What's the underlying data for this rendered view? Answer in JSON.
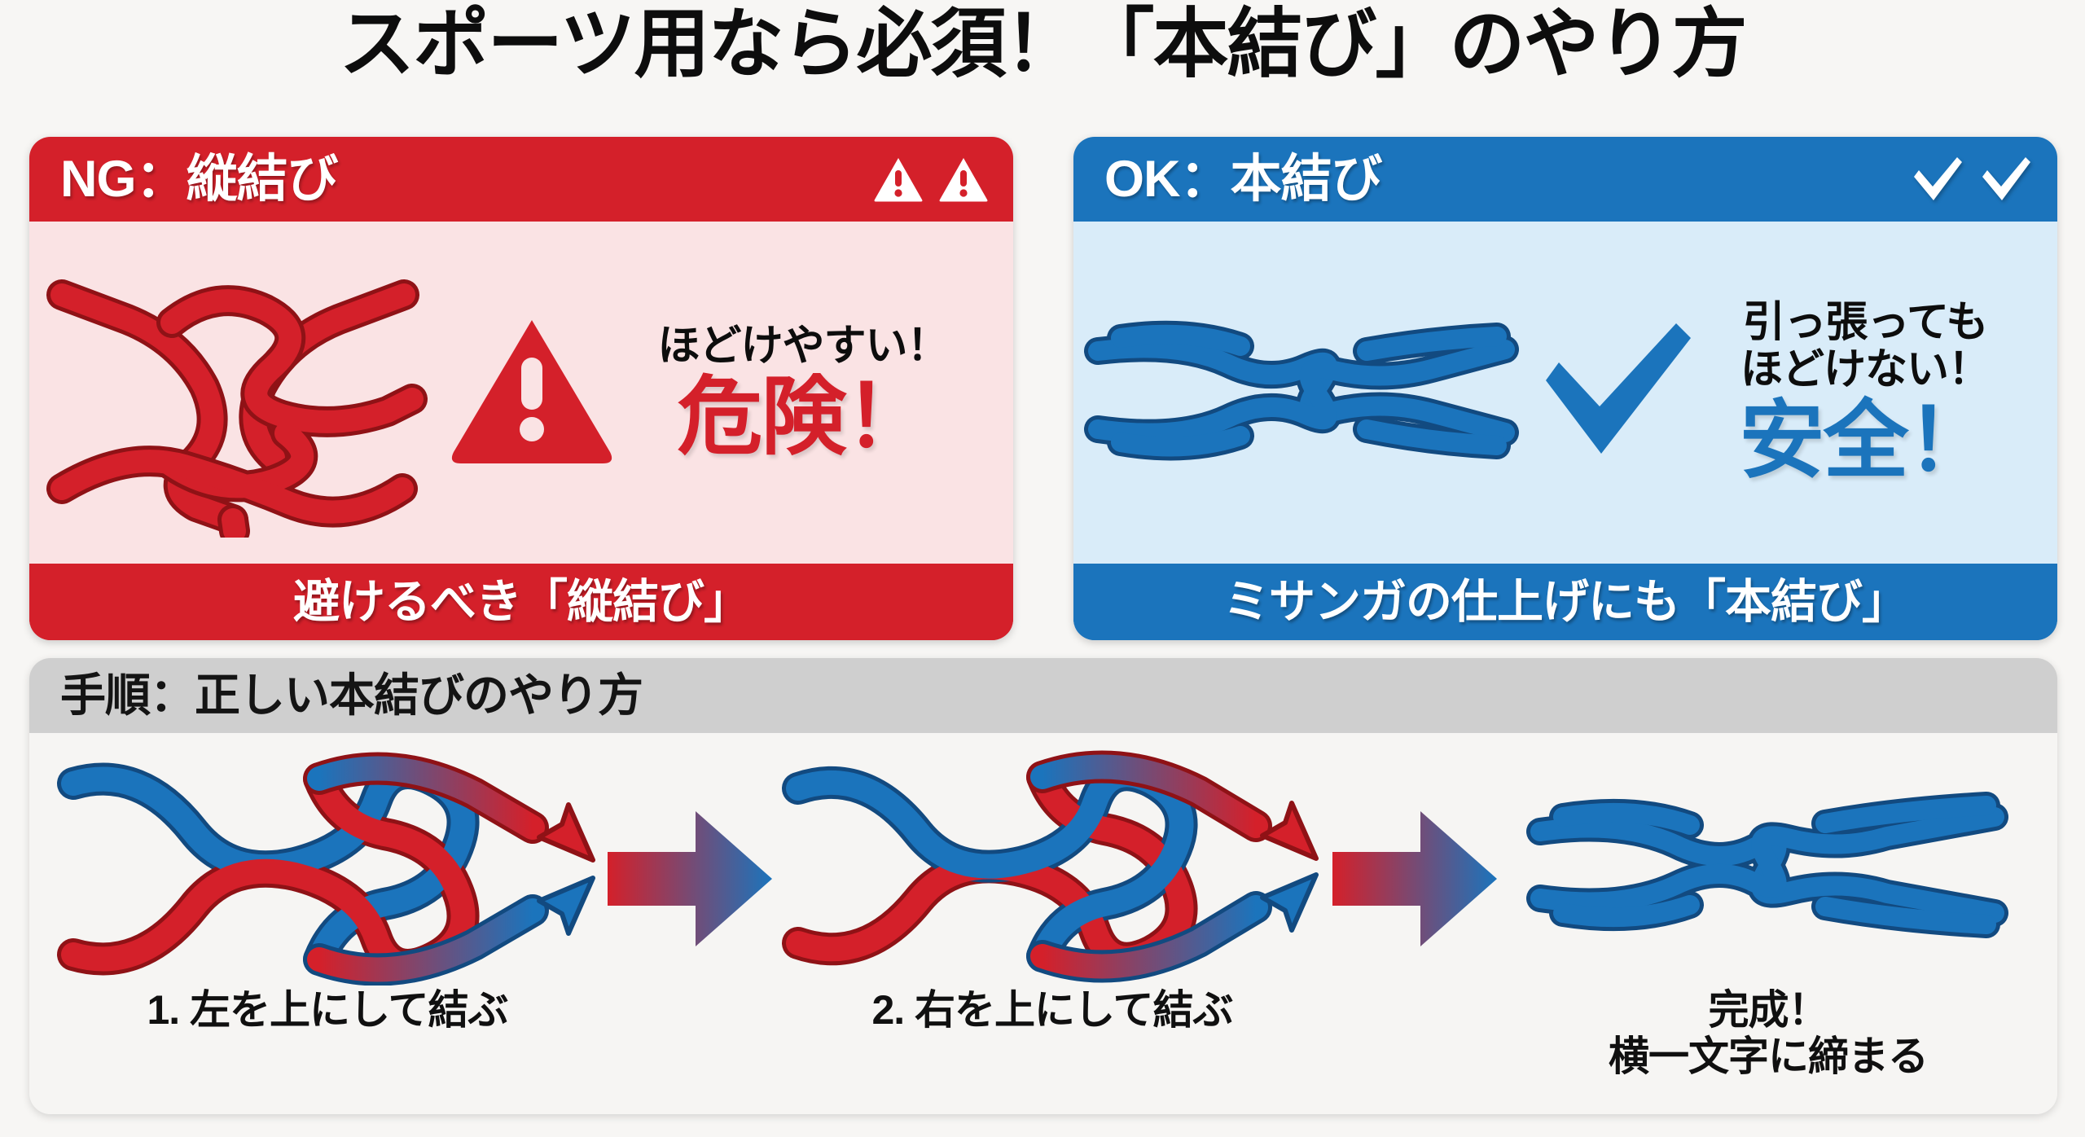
{
  "title": "スポーツ用なら必須！「本結び」のやり方",
  "colors": {
    "ng_red": "#d4202a",
    "ng_body_bg": "#fae3e4",
    "ok_blue": "#1b74bc",
    "ok_body_bg": "#d9ecf9",
    "panel_header_gray": "#cfcfcf",
    "panel_bg": "#f6f5f3",
    "text_black": "#101010"
  },
  "ng_card": {
    "header_label": "NG：縦結び",
    "header_icons": [
      "warning-triangle-icon",
      "warning-triangle-icon"
    ],
    "symbol": "warning-triangle-icon",
    "knot": "vertical-knot-red-illustration",
    "lead_text": "ほどけやすい！",
    "big_text": "危険！",
    "footer_label": "避けるべき「縦結び」"
  },
  "ok_card": {
    "header_label": "OK：本結び",
    "header_icons": [
      "check-icon",
      "check-icon"
    ],
    "symbol": "check-icon",
    "knot": "reef-knot-blue-illustration",
    "lead_text_line1": "引っ張っても",
    "lead_text_line2": "ほどけない！",
    "big_text": "安全！",
    "footer_label": "ミサンガの仕上げにも「本結び」"
  },
  "procedure": {
    "header_label": "手順：正しい本結びのやり方",
    "steps": [
      {
        "art": "step1-knot-illustration",
        "caption": "1. 左を上にして結ぶ"
      },
      {
        "art": "step2-knot-illustration",
        "caption": "2. 右を上にして結ぶ"
      },
      {
        "art": "final-knot-illustration",
        "caption": "完成！\n横一文字に締まる"
      }
    ],
    "arrows": [
      "right-arrow-icon",
      "right-arrow-icon"
    ]
  }
}
